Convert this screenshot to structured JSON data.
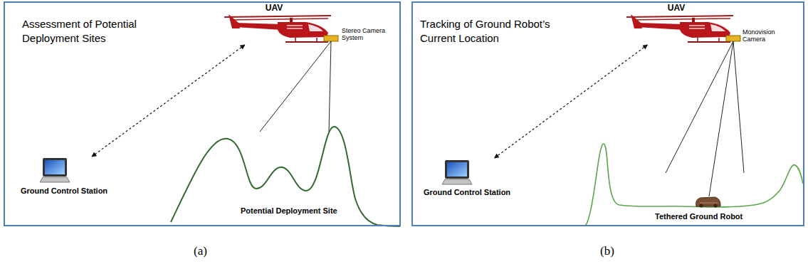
{
  "diagram": {
    "nodes": [
      {
        "text": [
          "Assessment of Potential Deployment Sites"
        ]
      },
      {
        "text": [
          "UAV"
        ],
        "in": 0
      },
      {
        "text": [
          "Ground Control Station"
        ],
        "in": 0
      },
      {
        "text": [
          "Tracking of Ground Robot’s Current Location"
        ]
      },
      {
        "text": [
          "UAV"
        ],
        "in": 3
      },
      {
        "text": [
          "Ground Control Station"
        ],
        "in": 3
      }
    ],
    "edges": [
      {
        "from": 1,
        "to": 2,
        "arrow": "both"
      },
      {
        "from": 4,
        "to": 5,
        "arrow": "both"
      }
    ],
    "labels": [
      "Stereo Camera System",
      "Potential Deployment Site",
      "Monovision Camera",
      "Tethered Ground Robot",
      "(a)",
      "(b)"
    ]
  }
}
